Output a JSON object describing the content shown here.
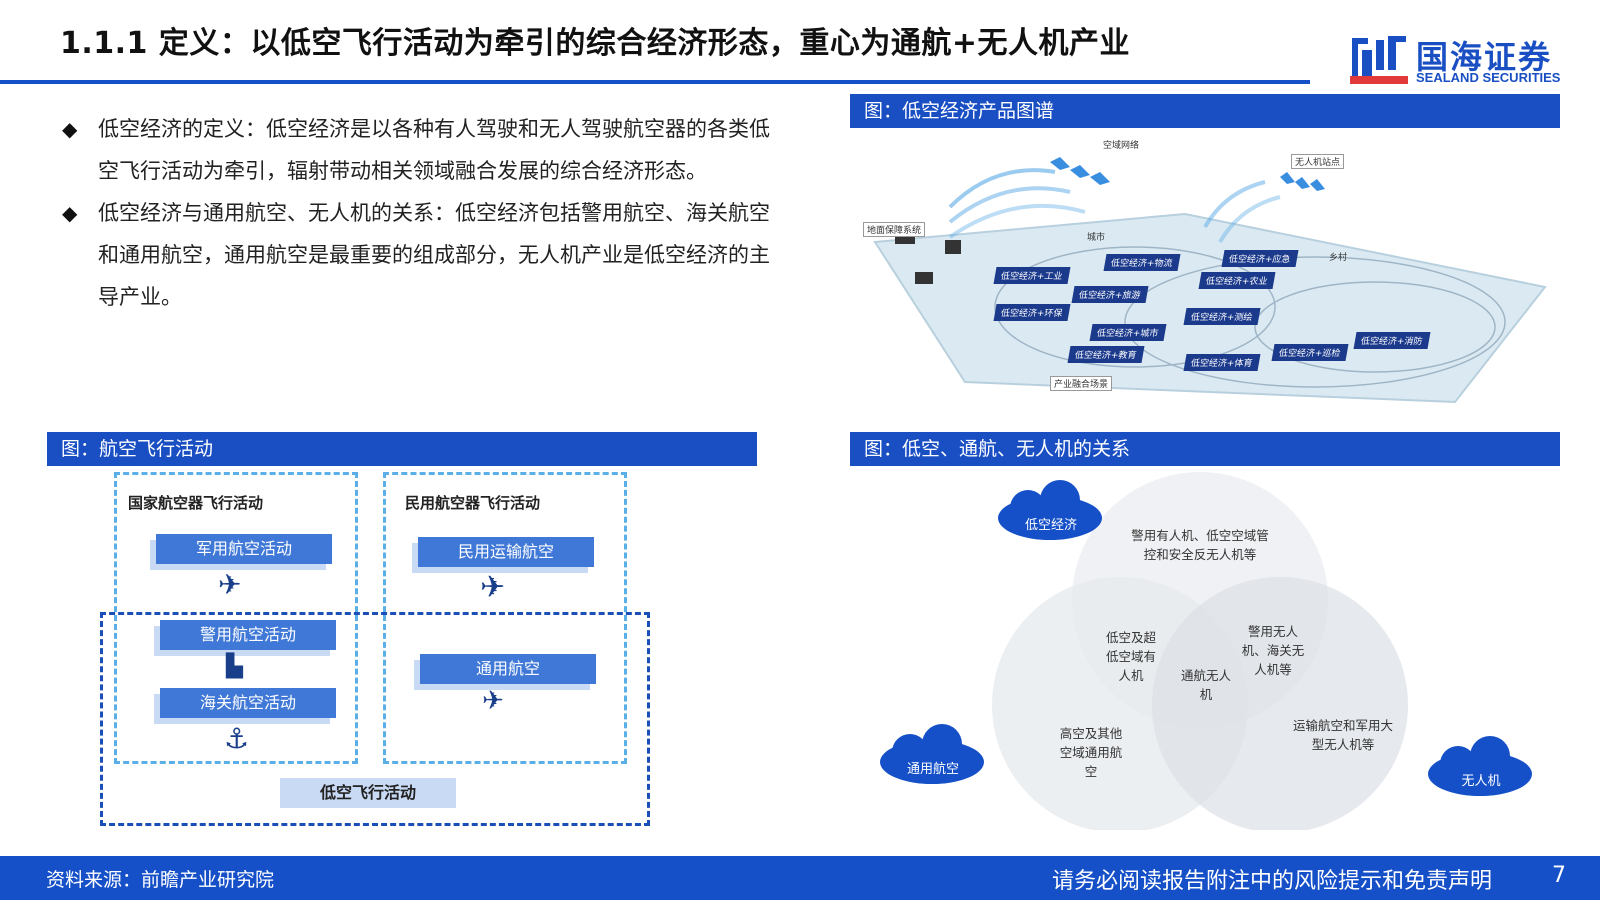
{
  "header": {
    "title": "1.1.1 定义：以低空飞行活动为牵引的综合经济形态，重心为通航+无人机产业",
    "logo_cn": "国海证券",
    "logo_en": "SEALAND SECURITIES",
    "brand_color": "#1a4fc4"
  },
  "bullets": [
    {
      "text": "低空经济的定义：低空经济是以各种有人驾驶和无人驾驶航空器的各类低空飞行活动为牵引，辐射带动相关领域融合发展的综合经济形态。"
    },
    {
      "text": "低空经济与通用航空、无人机的关系：低空经济包括警用航空、海关航空和通用航空，通用航空是最重要的组成部分，无人机产业是低空经济的主导产业。"
    }
  ],
  "figure_map": {
    "caption": "图：低空经济产品图谱",
    "labels": {
      "airspace_net": "空域网络",
      "drone_station": "无人机站点",
      "city": "城市",
      "village": "乡村",
      "product_scene": "产业融合场景",
      "ground_system": "地面保障系统"
    },
    "tags": [
      "低空经济+物流",
      "低空经济+工业",
      "低空经济+旅游",
      "低空经济+应急",
      "低空经济+农业",
      "低空经济+环保",
      "低空经济+测绘",
      "低空经济+城市",
      "低空经济+教育",
      "低空经济+巡检",
      "低空经济+体育",
      "低空经济+消防"
    ]
  },
  "figure_flight": {
    "caption": "图：航空飞行活动",
    "national_title": "国家航空器飞行活动",
    "civil_title": "民用航空器飞行活动",
    "military": "军用航空活动",
    "police": "警用航空活动",
    "customs": "海关航空活动",
    "civil_transport": "民用运输航空",
    "general_aviation": "通用航空",
    "low_altitude": "低空飞行活动"
  },
  "figure_venn": {
    "caption": "图：低空、通航、无人机的关系",
    "cloud_low": "低空经济",
    "cloud_ga": "通用航空",
    "cloud_uav": "无人机",
    "top_only": "警用有人机、低空空域管控和安全反无人机等",
    "top_left": "低空及超低空域有人机",
    "top_right": "警用无人机、海关无人机等",
    "center": "通航无人机",
    "left_only": "高空及其他空域通用航空",
    "right_only": "运输航空和军用大型无人机等"
  },
  "footer": {
    "source": "资料来源：前瞻产业研究院",
    "disclaimer": "请务必阅读报告附注中的风险提示和免责声明",
    "page": "7"
  }
}
